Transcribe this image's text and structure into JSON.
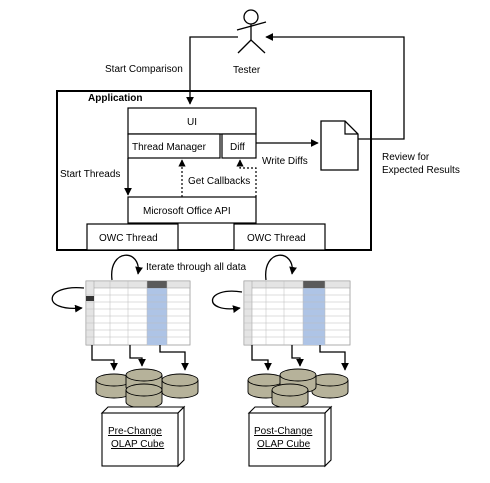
{
  "actor": {
    "label": "Tester"
  },
  "edges": {
    "start_comparison": "Start Comparison",
    "review": [
      "Review for",
      "Expected Results"
    ],
    "write_diffs": "Write Diffs",
    "start_threads": "Start Threads",
    "get_callbacks": "Get Callbacks",
    "iterate": "Iterate through all data"
  },
  "application": {
    "title": "Application",
    "ui": "UI",
    "thread_manager": "Thread Manager",
    "diff": "Diff",
    "office_api": "Microsoft Office API",
    "owc_left": "OWC Thread",
    "owc_right": "OWC Thread"
  },
  "cubes": {
    "pre": [
      "Pre-Change",
      "OLAP Cube"
    ],
    "post": [
      "Post-Change",
      "OLAP Cube"
    ]
  },
  "colors": {
    "db_fill": "#b6b29a",
    "sheet_highlight": "#aec4e6"
  }
}
